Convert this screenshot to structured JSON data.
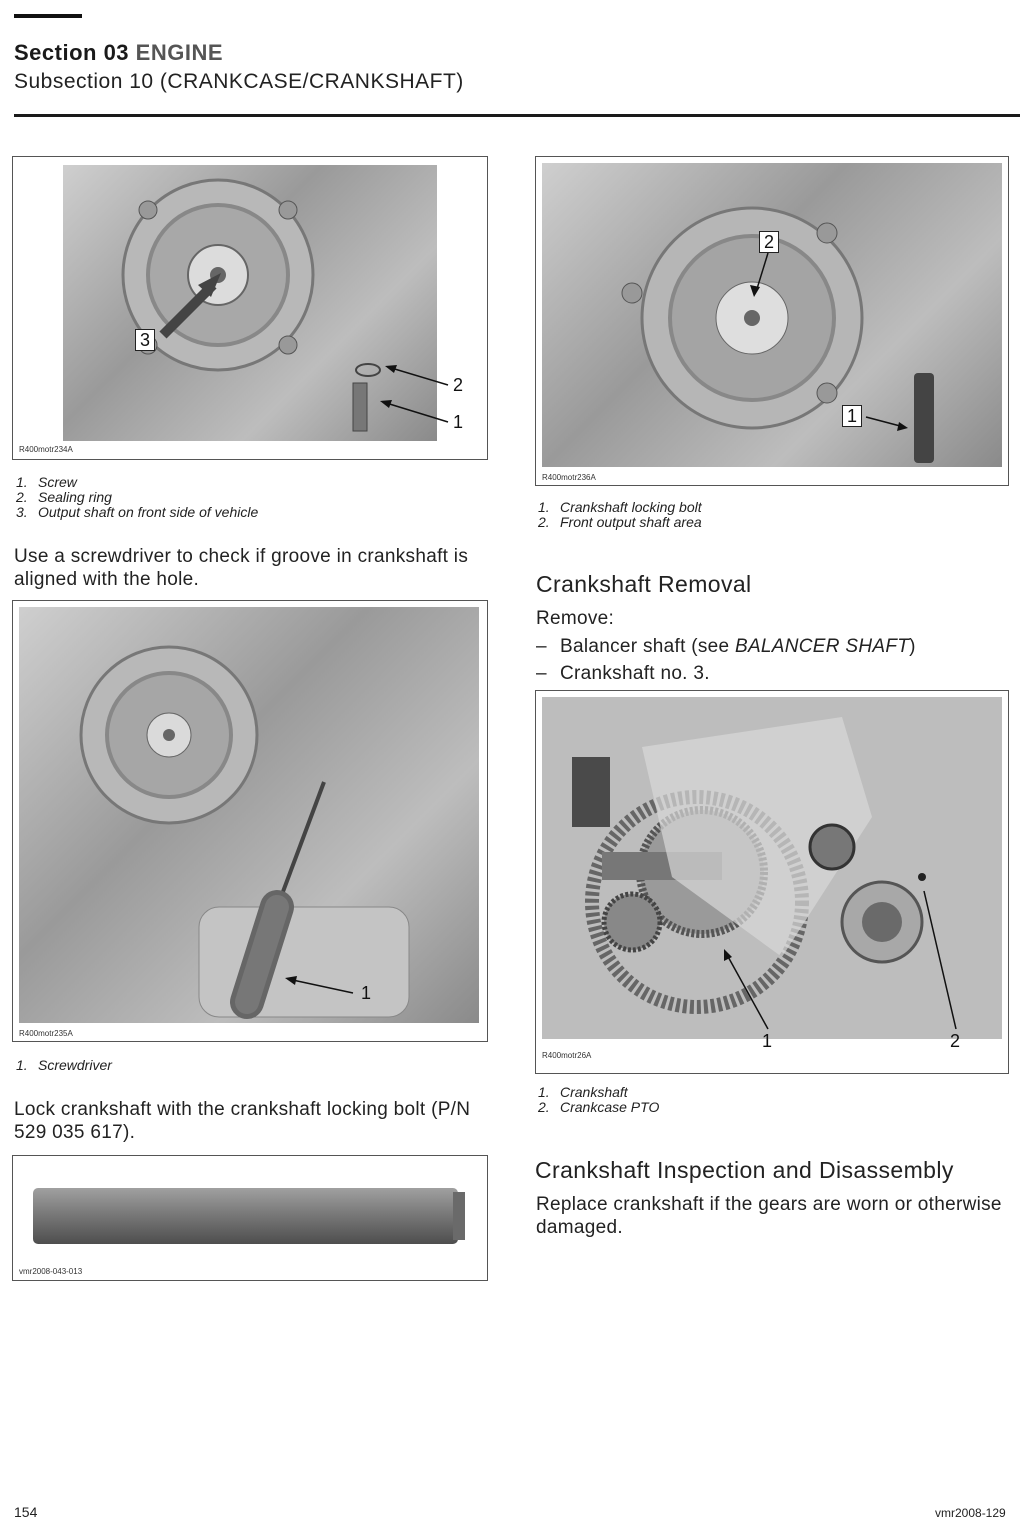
{
  "header": {
    "section_prefix": "Section 03",
    "section_name": "ENGINE",
    "subsection": "Subsection 10 (CRANKCASE/CRANKSHAFT)"
  },
  "fig1": {
    "code": "R400motr234A",
    "callouts": [
      "3",
      "2",
      "1"
    ],
    "captions": [
      {
        "num": "1.",
        "text": "Screw"
      },
      {
        "num": "2.",
        "text": "Sealing ring"
      },
      {
        "num": "3.",
        "text": "Output shaft on front side of vehicle"
      }
    ]
  },
  "fig2": {
    "code": "R400motr236A",
    "callouts": [
      "2",
      "1"
    ],
    "captions": [
      {
        "num": "1.",
        "text": "Crankshaft locking bolt"
      },
      {
        "num": "2.",
        "text": "Front output shaft area"
      }
    ]
  },
  "para_screwdriver": "Use a screwdriver to check if groove in crankshaft is aligned with the hole.",
  "fig3": {
    "code": "R400motr235A",
    "callouts": [
      "1"
    ],
    "captions": [
      {
        "num": "1.",
        "text": "Screwdriver"
      }
    ]
  },
  "para_lock": "Lock crankshaft with the crankshaft locking bolt (P/N 529 035 617).",
  "fig5": {
    "code": "vmr2008-043-013"
  },
  "removal": {
    "heading": "Crankshaft Removal",
    "intro": "Remove:",
    "items": [
      {
        "dash": "–",
        "text_before": "Balancer shaft (see ",
        "ref": "BALANCER SHAFT",
        "text_after": ")"
      },
      {
        "dash": "–",
        "text_before": "Crankshaft no. 3.",
        "ref": "",
        "text_after": ""
      }
    ]
  },
  "fig4": {
    "code": "R400motr26A",
    "callouts": [
      "1",
      "2"
    ],
    "captions": [
      {
        "num": "1.",
        "text": "Crankshaft"
      },
      {
        "num": "2.",
        "text": "Crankcase PTO"
      }
    ]
  },
  "inspection": {
    "heading": "Crankshaft Inspection and Disassembly",
    "text": "Replace crankshaft if the gears are worn or otherwise damaged."
  },
  "footer": {
    "page": "154",
    "doc": "vmr2008-129"
  }
}
